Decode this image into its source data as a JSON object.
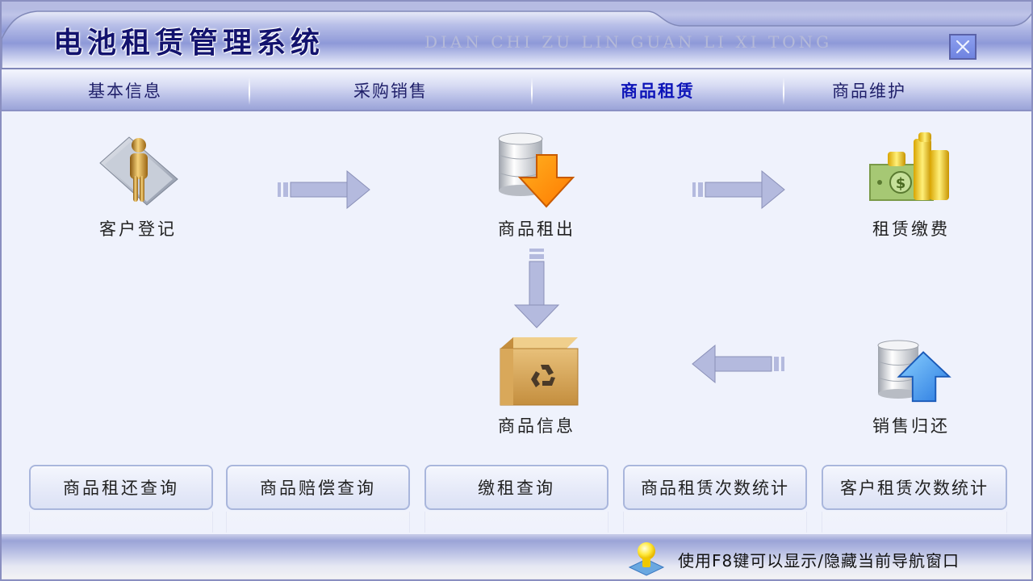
{
  "header": {
    "title": "电池租赁管理系统",
    "subtitle": "DIAN CHI ZU LIN GUAN LI XI TONG",
    "close_icon": "close-icon"
  },
  "nav": {
    "items": [
      {
        "label": "基本信息",
        "active": false
      },
      {
        "label": "采购销售",
        "active": false
      },
      {
        "label": "商品租赁",
        "active": true
      },
      {
        "label": "商品维护",
        "active": false
      }
    ]
  },
  "flow": {
    "nodes": [
      {
        "label": "客户登记",
        "icon": "customer-person-icon"
      },
      {
        "label": "商品租出",
        "icon": "database-download-icon"
      },
      {
        "label": "租赁缴费",
        "icon": "money-coins-icon"
      },
      {
        "label": "商品信息",
        "icon": "recycle-box-icon"
      },
      {
        "label": "销售归还",
        "icon": "database-upload-icon"
      }
    ],
    "arrows": [
      {
        "from": "客户登记",
        "to": "商品租出",
        "direction": "right"
      },
      {
        "from": "商品租出",
        "to": "租赁缴费",
        "direction": "right"
      },
      {
        "from": "商品租出",
        "to": "商品信息",
        "direction": "down"
      },
      {
        "from": "销售归还",
        "to": "商品信息",
        "direction": "left"
      }
    ]
  },
  "buttons": [
    {
      "label": "商品租还查询"
    },
    {
      "label": "商品赔偿查询"
    },
    {
      "label": "缴租查询"
    },
    {
      "label": "商品租赁次数统计"
    },
    {
      "label": "客户租赁次数统计"
    }
  ],
  "footer": {
    "hint": "使用F8键可以显示/隐藏当前导航窗口",
    "hint_icon": "lightbulb-icon"
  },
  "colors": {
    "title": "#13136e",
    "nav_active": "#0d14b8",
    "arrow_fill": "#b4bade",
    "arrow_stroke": "#8a90b8"
  }
}
